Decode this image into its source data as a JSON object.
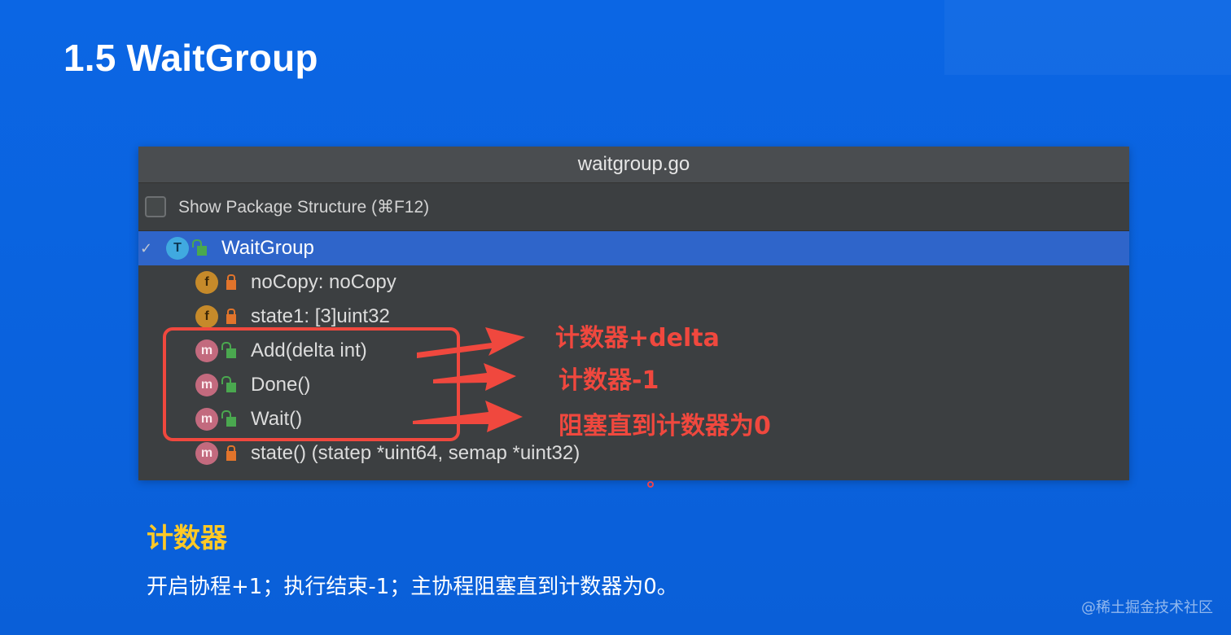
{
  "slide": {
    "title": "1.5 WaitGroup"
  },
  "structure_panel": {
    "file_title": "waitgroup.go",
    "show_package_label": "Show Package Structure (⌘F12)",
    "show_package_checked": false,
    "tree": {
      "root": {
        "badge": "T",
        "label": "WaitGroup",
        "selected": true,
        "icon": "type-icon"
      },
      "children": [
        {
          "badge": "f",
          "label": "noCopy: noCopy",
          "access": "private",
          "icon": "field-icon"
        },
        {
          "badge": "f",
          "label": "state1: [3]uint32",
          "access": "private",
          "icon": "field-icon"
        },
        {
          "badge": "m",
          "label": "Add(delta int)",
          "access": "public",
          "icon": "method-icon"
        },
        {
          "badge": "m",
          "label": "Done()",
          "access": "public",
          "icon": "method-icon"
        },
        {
          "badge": "m",
          "label": "Wait()",
          "access": "public",
          "icon": "method-icon"
        },
        {
          "badge": "m",
          "label": "state() (statep *uint64, semap *uint32)",
          "access": "private",
          "icon": "method-icon"
        }
      ]
    }
  },
  "annotations": {
    "add": "计数器+delta",
    "done": "计数器-1",
    "wait": "阻塞直到计数器为0",
    "color": "#f0483e"
  },
  "section": {
    "heading": "计数器",
    "body": "开启协程+1；执行结束-1；主协程阻塞直到计数器为0。"
  },
  "watermark": "@稀土掘金技术社区"
}
